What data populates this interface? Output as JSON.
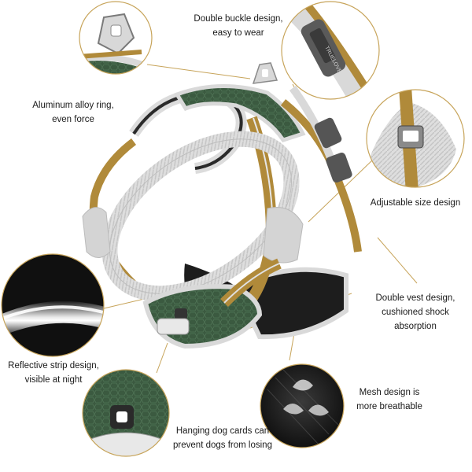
{
  "callouts": {
    "buckle": {
      "lines": [
        "Double buckle design,",
        "easy to wear"
      ]
    },
    "ring": {
      "lines": [
        "Aluminum alloy ring,",
        "even force"
      ]
    },
    "size": {
      "lines": [
        "Adjustable size design"
      ]
    },
    "vest": {
      "lines": [
        "Double vest design,",
        "cushioned shock",
        "absorption"
      ]
    },
    "reflective": {
      "lines": [
        "Reflective strip design,",
        "visible at night"
      ]
    },
    "mesh": {
      "lines": [
        "Mesh design is",
        "more breathable"
      ]
    },
    "cards": {
      "lines": [
        "Hanging dog cards can",
        "prevent dogs from losing"
      ]
    }
  },
  "colors": {
    "strap": "#b08a3a",
    "panel": "#3b5a40",
    "trim": "#d9d9d9",
    "leader": "#c7a45a",
    "background": "#ffffff"
  }
}
